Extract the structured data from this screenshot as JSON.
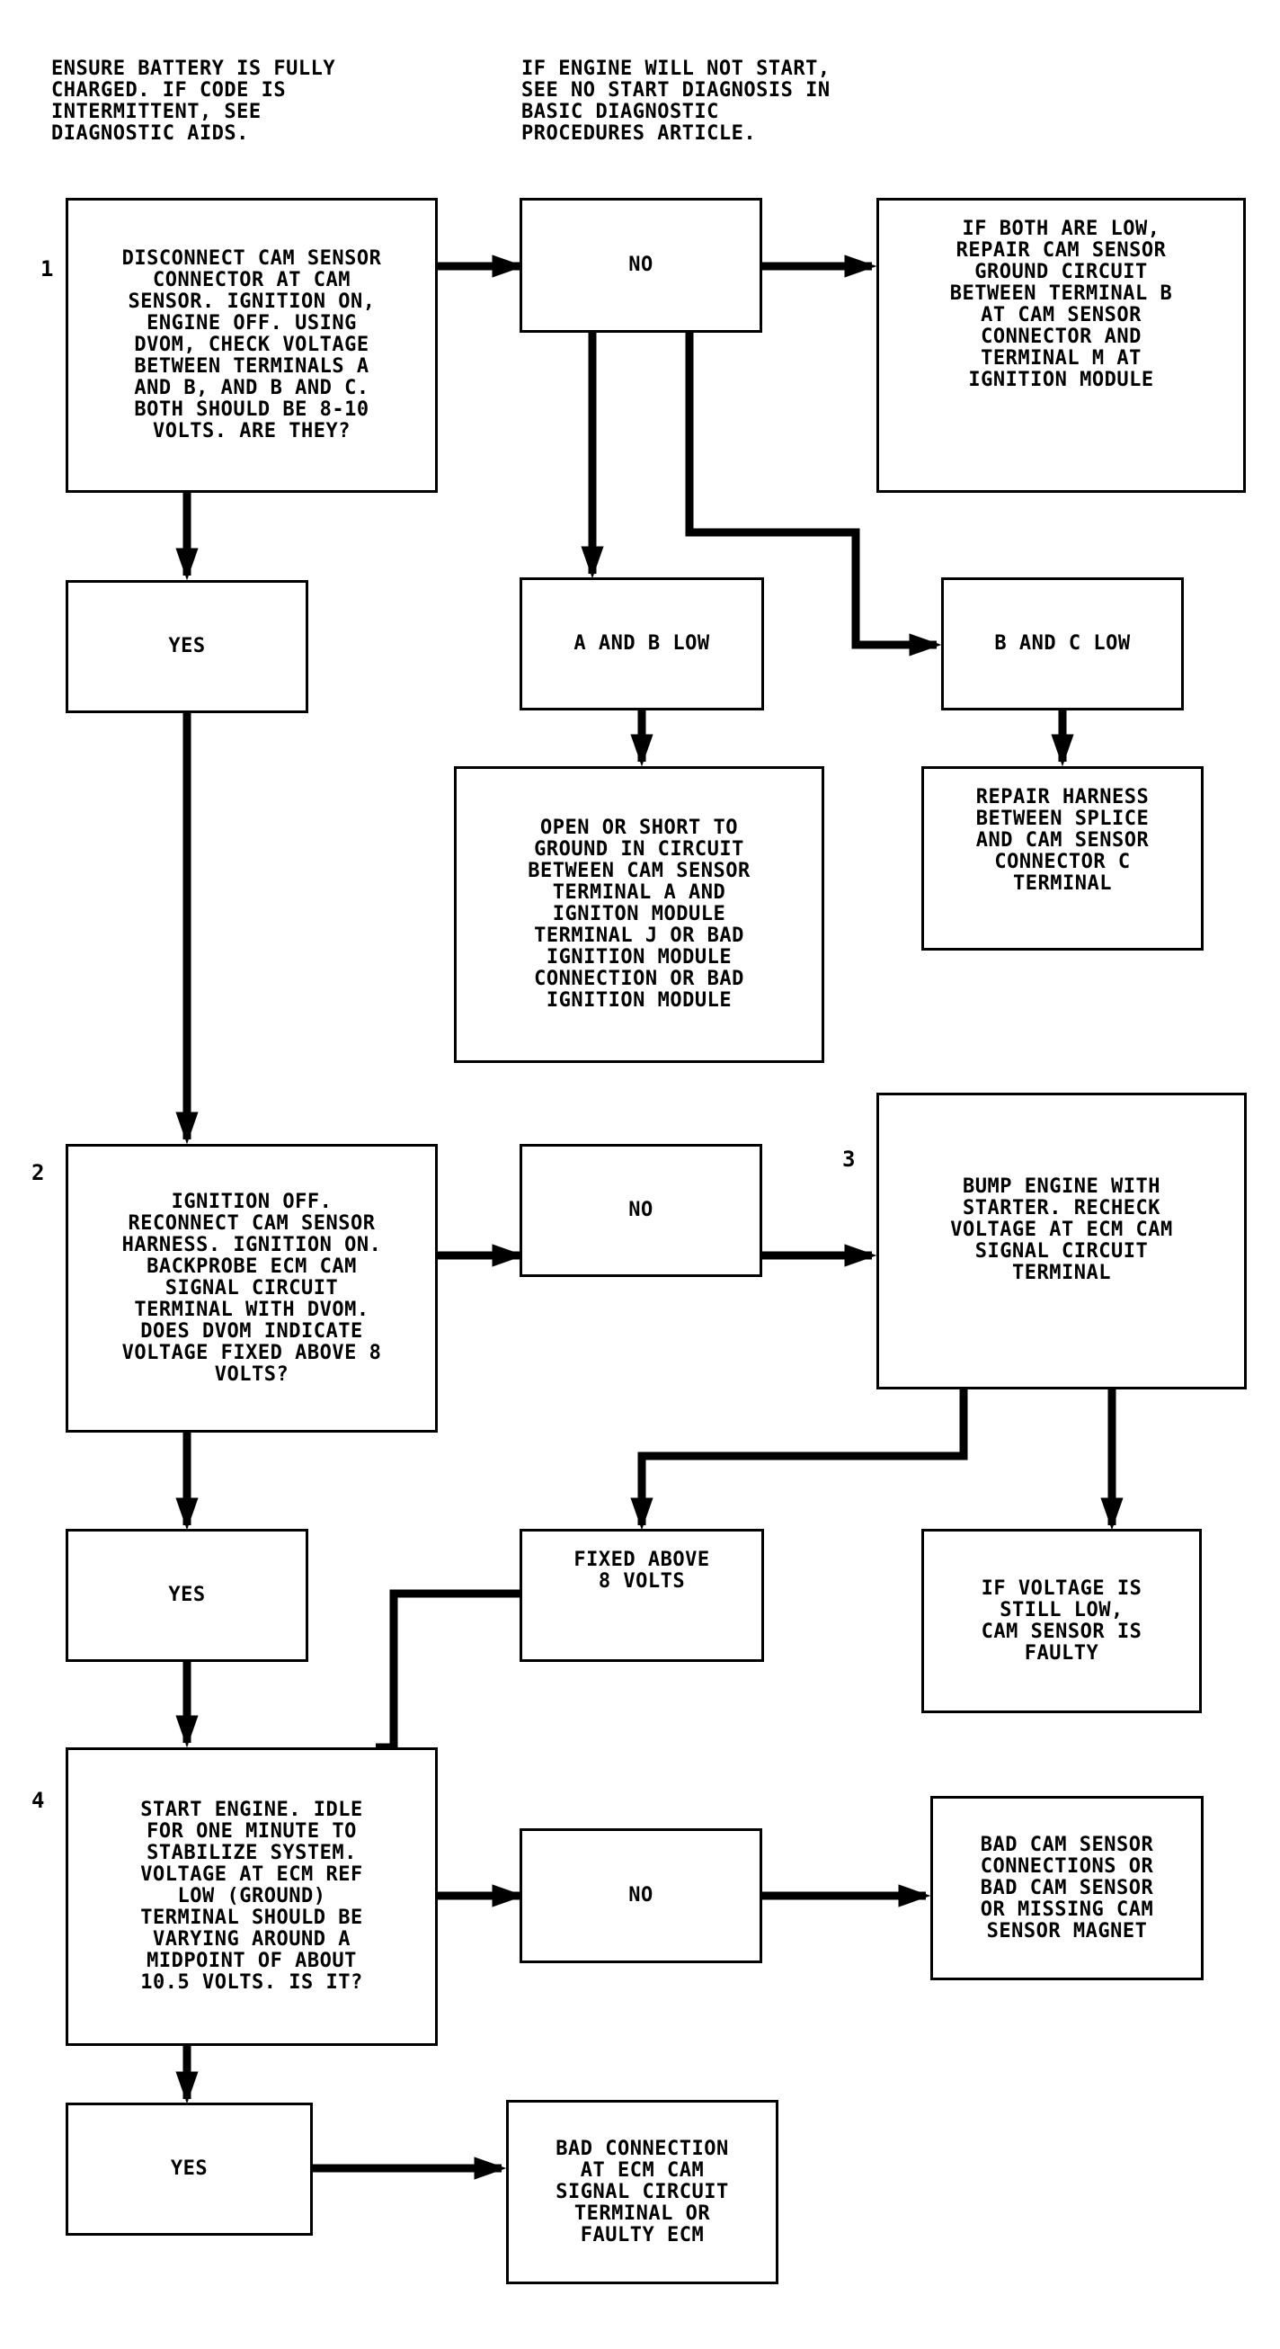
{
  "notes": {
    "battery": "ENSURE BATTERY IS FULLY\nCHARGED. IF CODE IS\nINTERMITTENT, SEE\nDIAGNOSTIC AIDS.",
    "no_start": "IF ENGINE WILL NOT START,\nSEE NO START DIAGNOSIS IN\nBASIC DIAGNOSTIC\nPROCEDURES ARTICLE."
  },
  "steps": {
    "s1": "1",
    "s2": "2",
    "s3": "3",
    "s4": "4"
  },
  "boxes": {
    "q1": "DISCONNECT CAM SENSOR\nCONNECTOR AT CAM\nSENSOR. IGNITION ON,\nENGINE OFF. USING\nDVOM, CHECK VOLTAGE\nBETWEEN TERMINALS A\nAND B, AND B AND C.\nBOTH SHOULD BE 8-10\nVOLTS. ARE THEY?",
    "q1_no": "NO",
    "q1_no_result": "IF BOTH ARE LOW,\nREPAIR CAM SENSOR\nGROUND CIRCUIT\nBETWEEN TERMINAL B\nAT CAM SENSOR\nCONNECTOR AND\nTERMINAL M AT\nIGNITION MODULE",
    "q1_yes": "YES",
    "ab_low": "A AND B LOW",
    "bc_low": "B AND C LOW",
    "ab_low_result": "OPEN OR SHORT TO\nGROUND IN CIRCUIT\nBETWEEN CAM SENSOR\nTERMINAL A AND\nIGNITON MODULE\nTERMINAL J OR BAD\nIGNITION MODULE\nCONNECTION OR BAD\nIGNITION MODULE",
    "bc_low_result": "REPAIR HARNESS\nBETWEEN SPLICE\nAND CAM SENSOR\nCONNECTOR C\nTERMINAL",
    "q2": "IGNITION OFF.\nRECONNECT CAM SENSOR\nHARNESS. IGNITION ON.\nBACKPROBE ECM CAM\nSIGNAL CIRCUIT\nTERMINAL WITH DVOM.\nDOES DVOM INDICATE\nVOLTAGE FIXED ABOVE 8\nVOLTS?",
    "q2_no": "NO",
    "q3": "BUMP ENGINE WITH\nSTARTER. RECHECK\nVOLTAGE AT ECM CAM\nSIGNAL CIRCUIT\nTERMINAL",
    "q2_yes": "YES",
    "fixed_above": "FIXED ABOVE\n8 VOLTS",
    "still_low": "IF VOLTAGE IS\nSTILL LOW,\nCAM SENSOR IS\nFAULTY",
    "q4": "START ENGINE. IDLE\nFOR ONE MINUTE TO\nSTABILIZE SYSTEM.\nVOLTAGE AT ECM REF\nLOW (GROUND)\nTERMINAL SHOULD BE\nVARYING AROUND A\nMIDPOINT OF ABOUT\n10.5 VOLTS. IS IT?",
    "q4_no": "NO",
    "q4_no_result": "BAD CAM SENSOR\nCONNECTIONS OR\nBAD CAM SENSOR\nOR MISSING CAM\nSENSOR MAGNET",
    "q4_yes": "YES",
    "q4_yes_result": "BAD CONNECTION\nAT ECM CAM\nSIGNAL CIRCUIT\nTERMINAL OR\nFAULTY ECM"
  }
}
